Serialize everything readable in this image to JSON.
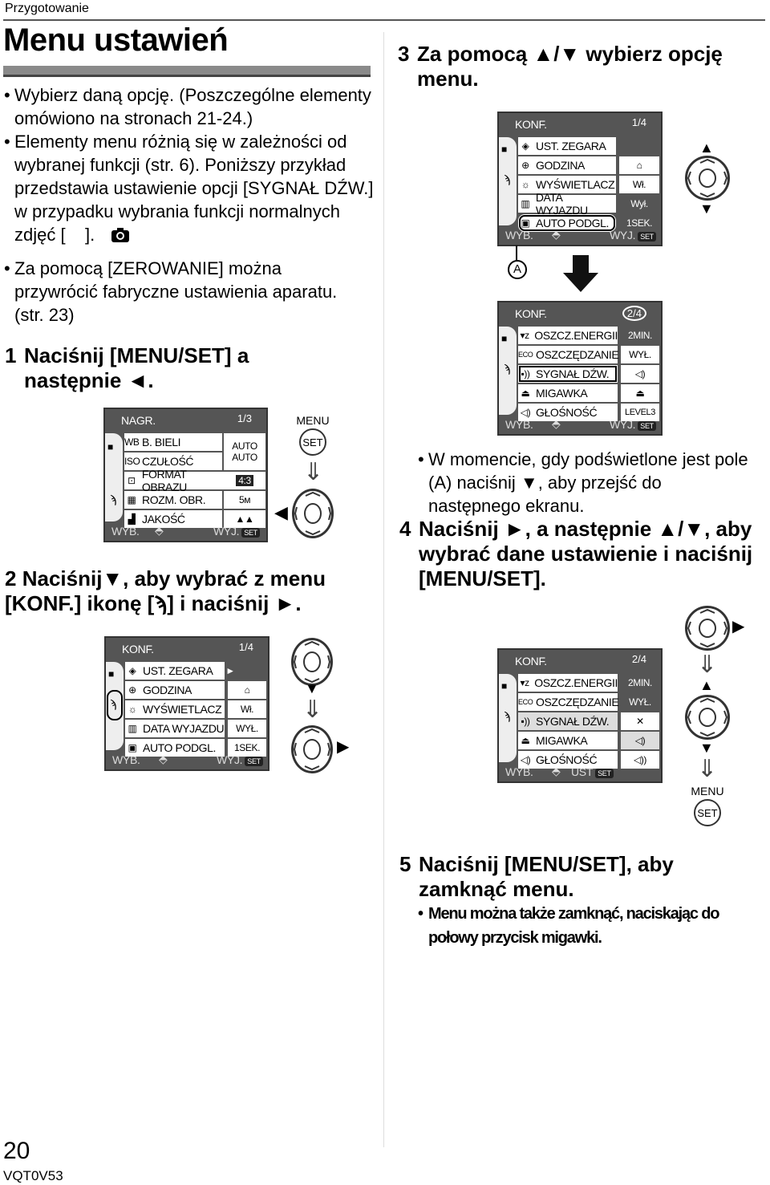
{
  "header": {
    "section": "Przygotowanie",
    "title": "Menu ustawień"
  },
  "intro": {
    "b1": "Wybierz daną opcję. (Poszczególne elementy omówiono na stronach 21-24.)",
    "b2": "Elementy menu różnią się w zależności od wybranej funkcji (str. 6). Poniższy przykład przedstawia ustawienie opcji [SYGNAŁ DŹW.] w przypadku wybrania funkcji normalnych zdjęć [",
    "b2end": "].",
    "b3": "Za pomocą [ZEROWANIE] można przywrócić fabryczne ustawienia aparatu. (str. 23)"
  },
  "steps": {
    "s1": "Naciśnij [MENU/SET] a następnie ◄.",
    "s2a": "Naciśnij▼, aby wybrać z menu [KONF.] ikonę [",
    "s2b": "] i naciśnij ►.",
    "s3": "Za pomocą ▲/▼ wybierz opcję menu.",
    "note3": "W momencie, gdy podświetlone jest pole (A) naciśnij ▼, aby przejść do następnego ekranu.",
    "s4": "Naciśnij ►, a następnie ▲/▼, aby wybrać dane ustawienie i naciśnij [MENU/SET].",
    "s5": "Naciśnij [MENU/SET], aby zamknąć menu.",
    "note5": "Menu można także zamknąć, naciskając do połowy przycisk migawki."
  },
  "nums": {
    "n1": "1",
    "n2": "2",
    "n3": "3",
    "n4": "4",
    "n5": "5"
  },
  "ui": {
    "wyb": "WYB.",
    "wyj": "WYJ.",
    "ust": "UST",
    "set": "SET",
    "menu": "MENU",
    "labelA": "A",
    "bullet": "•"
  },
  "screen_nagr": {
    "title": "NAGR.",
    "page": "1/3",
    "rows": [
      "B. BIELI",
      "CZUŁOŚĆ",
      "FORMAT OBRAZU",
      "ROZM. OBR.",
      "JAKOŚĆ"
    ],
    "vals": [
      "AUTO",
      "AUTO",
      "4:3",
      "5м",
      "▲▲"
    ]
  },
  "screen_konf1": {
    "title": "KONF.",
    "page": "1/4",
    "rows": [
      "UST. ZEGARA",
      "GODZINA",
      "WYŚWIETLACZ",
      "DATA WYJAZDU",
      "AUTO PODGL."
    ],
    "vals": [
      "►",
      "⌂",
      "Wł.",
      "WYŁ.",
      "1SEK."
    ],
    "vals_b": [
      "",
      "⌂",
      "Wł.",
      "Wył.",
      "1SEK."
    ]
  },
  "screen_konf2": {
    "title": "KONF.",
    "page": "2/4",
    "rows": [
      "OSZCZ.ENERGII",
      "OSZCZĘDZANIE",
      "SYGNAŁ DŹW.",
      "MIGAWKA",
      "GŁOŚNOŚĆ"
    ],
    "vals": [
      "2MIN.",
      "WYŁ.",
      "◁)",
      "⏏",
      "LEVEL3"
    ],
    "vals_b": [
      "2MIN.",
      "WYŁ.",
      "✕",
      "◁)",
      "◁))"
    ]
  },
  "icons": {
    "eco": "ECO"
  },
  "footer": {
    "page": "20",
    "code": "VQT0V53"
  }
}
